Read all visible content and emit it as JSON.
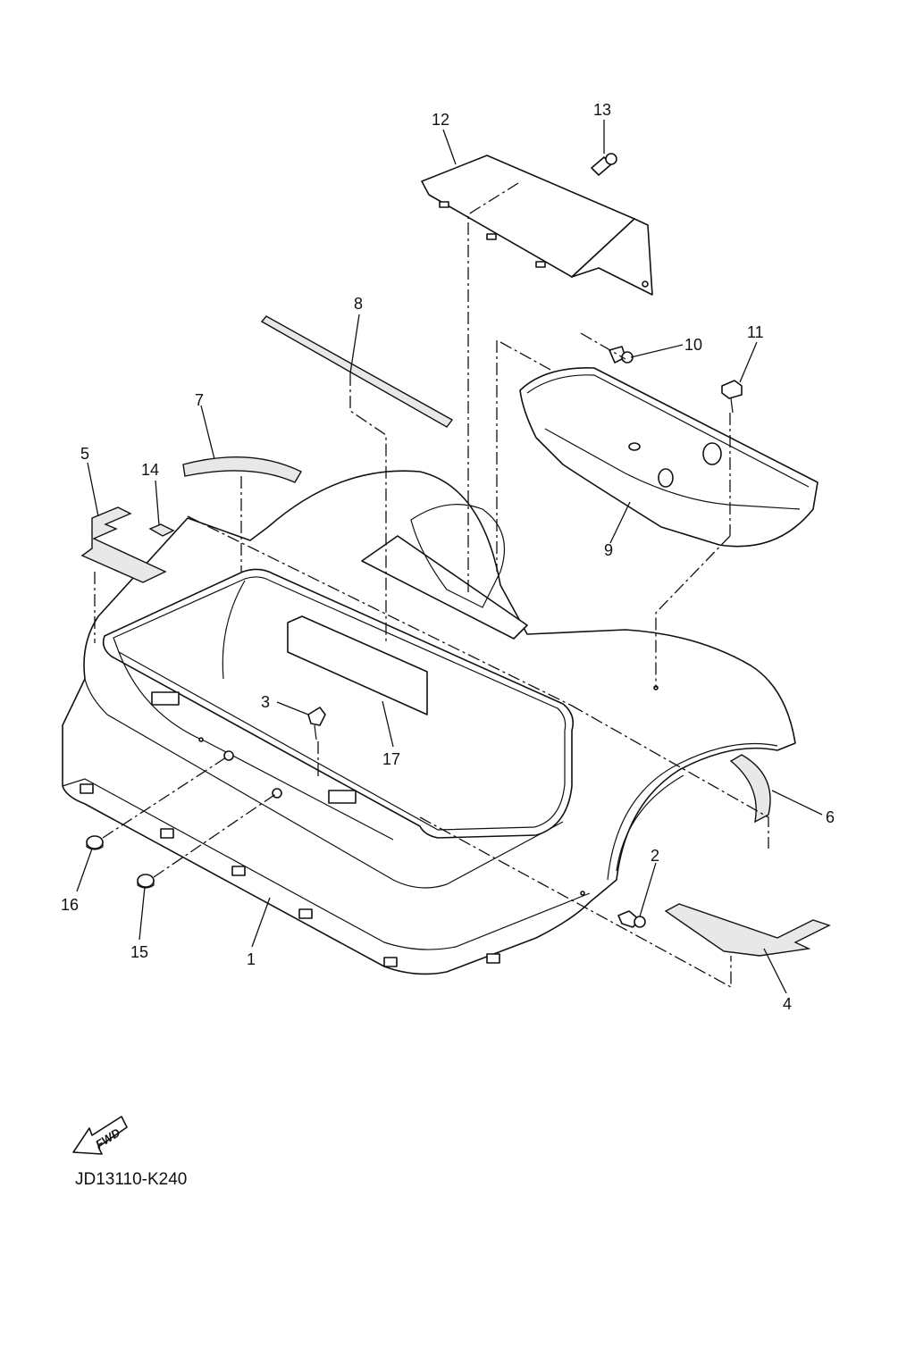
{
  "callouts": {
    "c1": "1",
    "c2": "2",
    "c3": "3",
    "c4": "4",
    "c5": "5",
    "c6": "6",
    "c7": "7",
    "c8": "8",
    "c9": "9",
    "c10": "10",
    "c11": "11",
    "c12": "12",
    "c13": "13",
    "c14": "14",
    "c15": "15",
    "c16": "16",
    "c17": "17"
  },
  "fwd_label": "FWD",
  "diagram_code": "JD13110-K240"
}
